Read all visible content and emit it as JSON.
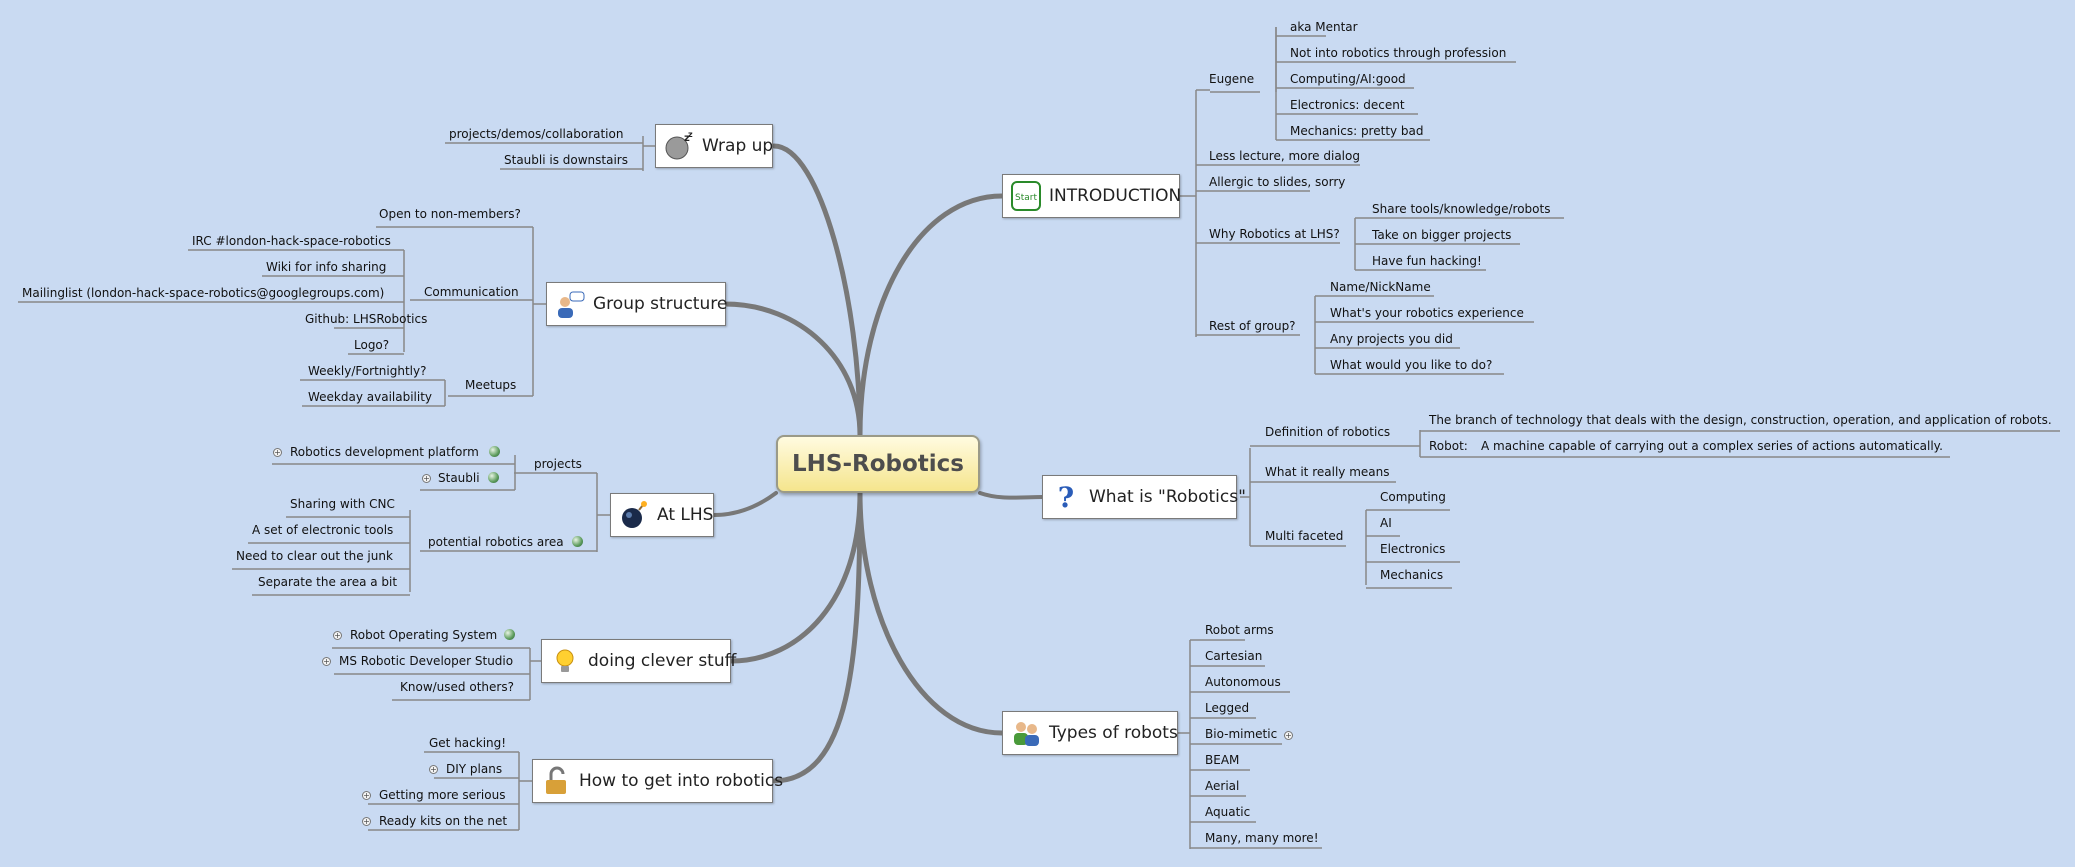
{
  "central": "LHS-Robotics",
  "colors": {
    "background": "#c9daf2",
    "branch": "#777777",
    "central_fill": "#f5e58d"
  },
  "right": {
    "introduction": {
      "label": "INTRODUCTION",
      "icon": "start-icon",
      "icon_text": "Start",
      "eugene": {
        "label": "Eugene",
        "items": [
          "aka Mentar",
          "Not into robotics through profession",
          "Computing/AI:good",
          "Electronics: decent",
          "Mechanics: pretty bad"
        ]
      },
      "less_lecture": "Less lecture, more dialog",
      "allergic": "Allergic to slides, sorry",
      "why": {
        "label": "Why Robotics at LHS?",
        "items": [
          "Share tools/knowledge/robots",
          "Take on bigger projects",
          "Have fun hacking!"
        ]
      },
      "rest": {
        "label": "Rest of group?",
        "items": [
          "Name/NickName",
          "What's your robotics experience",
          "Any projects you did",
          "What would you like to do?"
        ]
      }
    },
    "what_is": {
      "label": "What is \"Robotics\"",
      "icon": "question-icon",
      "definition": {
        "label": "Definition of robotics",
        "item1": "The branch of technology that deals with the design, construction, operation, and application of robots.",
        "item2_key": "Robot:",
        "item2_value": "A machine capable of carrying out a complex series of actions automatically."
      },
      "really_means": "What it really means",
      "multi": {
        "label": "Multi faceted",
        "items": [
          "Computing",
          "AI",
          "Electronics",
          "Mechanics"
        ]
      }
    },
    "types": {
      "label": "Types of robots",
      "icon": "people-icon",
      "items": [
        "Robot arms",
        "Cartesian",
        "Autonomous",
        "Legged",
        "Bio-mimetic",
        "BEAM",
        "Aerial",
        "Aquatic",
        "Many, many more!"
      ]
    }
  },
  "left": {
    "wrapup": {
      "label": "Wrap up",
      "icon": "sleeping-face-icon",
      "items": [
        "projects/demos/collaboration",
        "Staubli is downstairs"
      ]
    },
    "group": {
      "label": "Group structure",
      "icon": "users-chat-icon",
      "open": "Open to non-members?",
      "communication": {
        "label": "Communication",
        "items": [
          "IRC #london-hack-space-robotics",
          "Wiki for info sharing",
          "Mailinglist (london-hack-space-robotics@googlegroups.com)",
          "Github: LHSRobotics",
          "Logo?"
        ]
      },
      "meetups": {
        "label": "Meetups",
        "items": [
          "Weekly/Fortnightly?",
          "Weekday availability"
        ]
      }
    },
    "atlhs": {
      "label": "At LHS",
      "icon": "bomb-icon",
      "projects": {
        "label": "projects",
        "items": [
          "Robotics development platform",
          "Staubli"
        ]
      },
      "potential": {
        "label": "potential robotics area",
        "items": [
          "Sharing with CNC",
          "A set of electronic tools",
          "Need to clear out the junk",
          "Separate the area a bit"
        ]
      }
    },
    "clever": {
      "label": "doing clever stuff",
      "icon": "lightbulb-icon",
      "items": [
        "Robot Operating System",
        "MS Robotic Developer Studio",
        "Know/used others?"
      ]
    },
    "howto": {
      "label": "How to get into robotics",
      "icon": "padlock-icon",
      "items": [
        "Get hacking!",
        "DIY plans",
        "Getting more serious",
        "Ready kits on the net"
      ]
    }
  }
}
